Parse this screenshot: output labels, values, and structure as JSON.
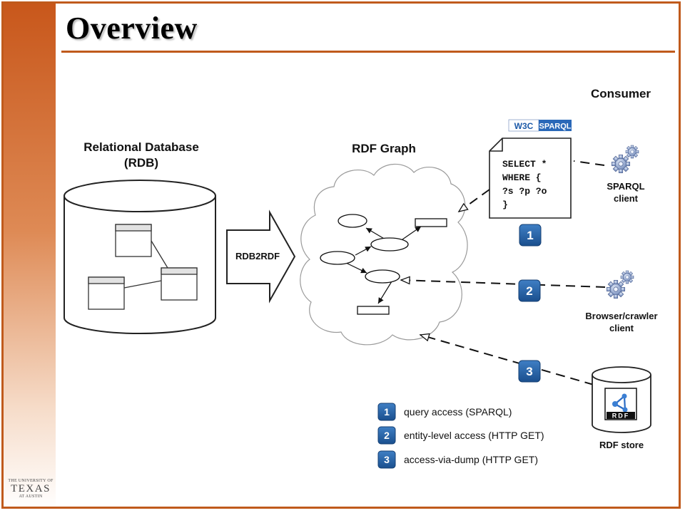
{
  "slide": {
    "title": "Overview"
  },
  "diagram": {
    "consumer_heading": "Consumer",
    "rdb_title_line1": "Relational Database",
    "rdb_title_line2": "(RDB)",
    "arrow_label": "RDB2RDF",
    "graph_title": "RDF Graph",
    "w3c_badge": "W3C",
    "sparql_badge": "SPARQL",
    "query_lines": [
      "SELECT *",
      "WHERE {",
      "?s ?p ?o",
      "}"
    ],
    "sparql_client_line1": "SPARQL",
    "sparql_client_line2": "client",
    "browser_client_line1": "Browser/crawler",
    "browser_client_line2": "client",
    "rdf_store_label": "RDF store",
    "rdf_logo_text": "RDF",
    "markers": [
      "1",
      "2",
      "3"
    ],
    "legend": [
      {
        "num": "1",
        "text": "query access (SPARQL)"
      },
      {
        "num": "2",
        "text": "entity-level access (HTTP GET)"
      },
      {
        "num": "3",
        "text": "access-via-dump (HTTP GET)"
      }
    ]
  },
  "logo": {
    "line1": "THE UNIVERSITY OF",
    "line2": "TEXAS",
    "line3": "AT AUSTIN"
  },
  "colors": {
    "accent": "#c05a1c",
    "badge_blue": "#1f5c9e"
  }
}
